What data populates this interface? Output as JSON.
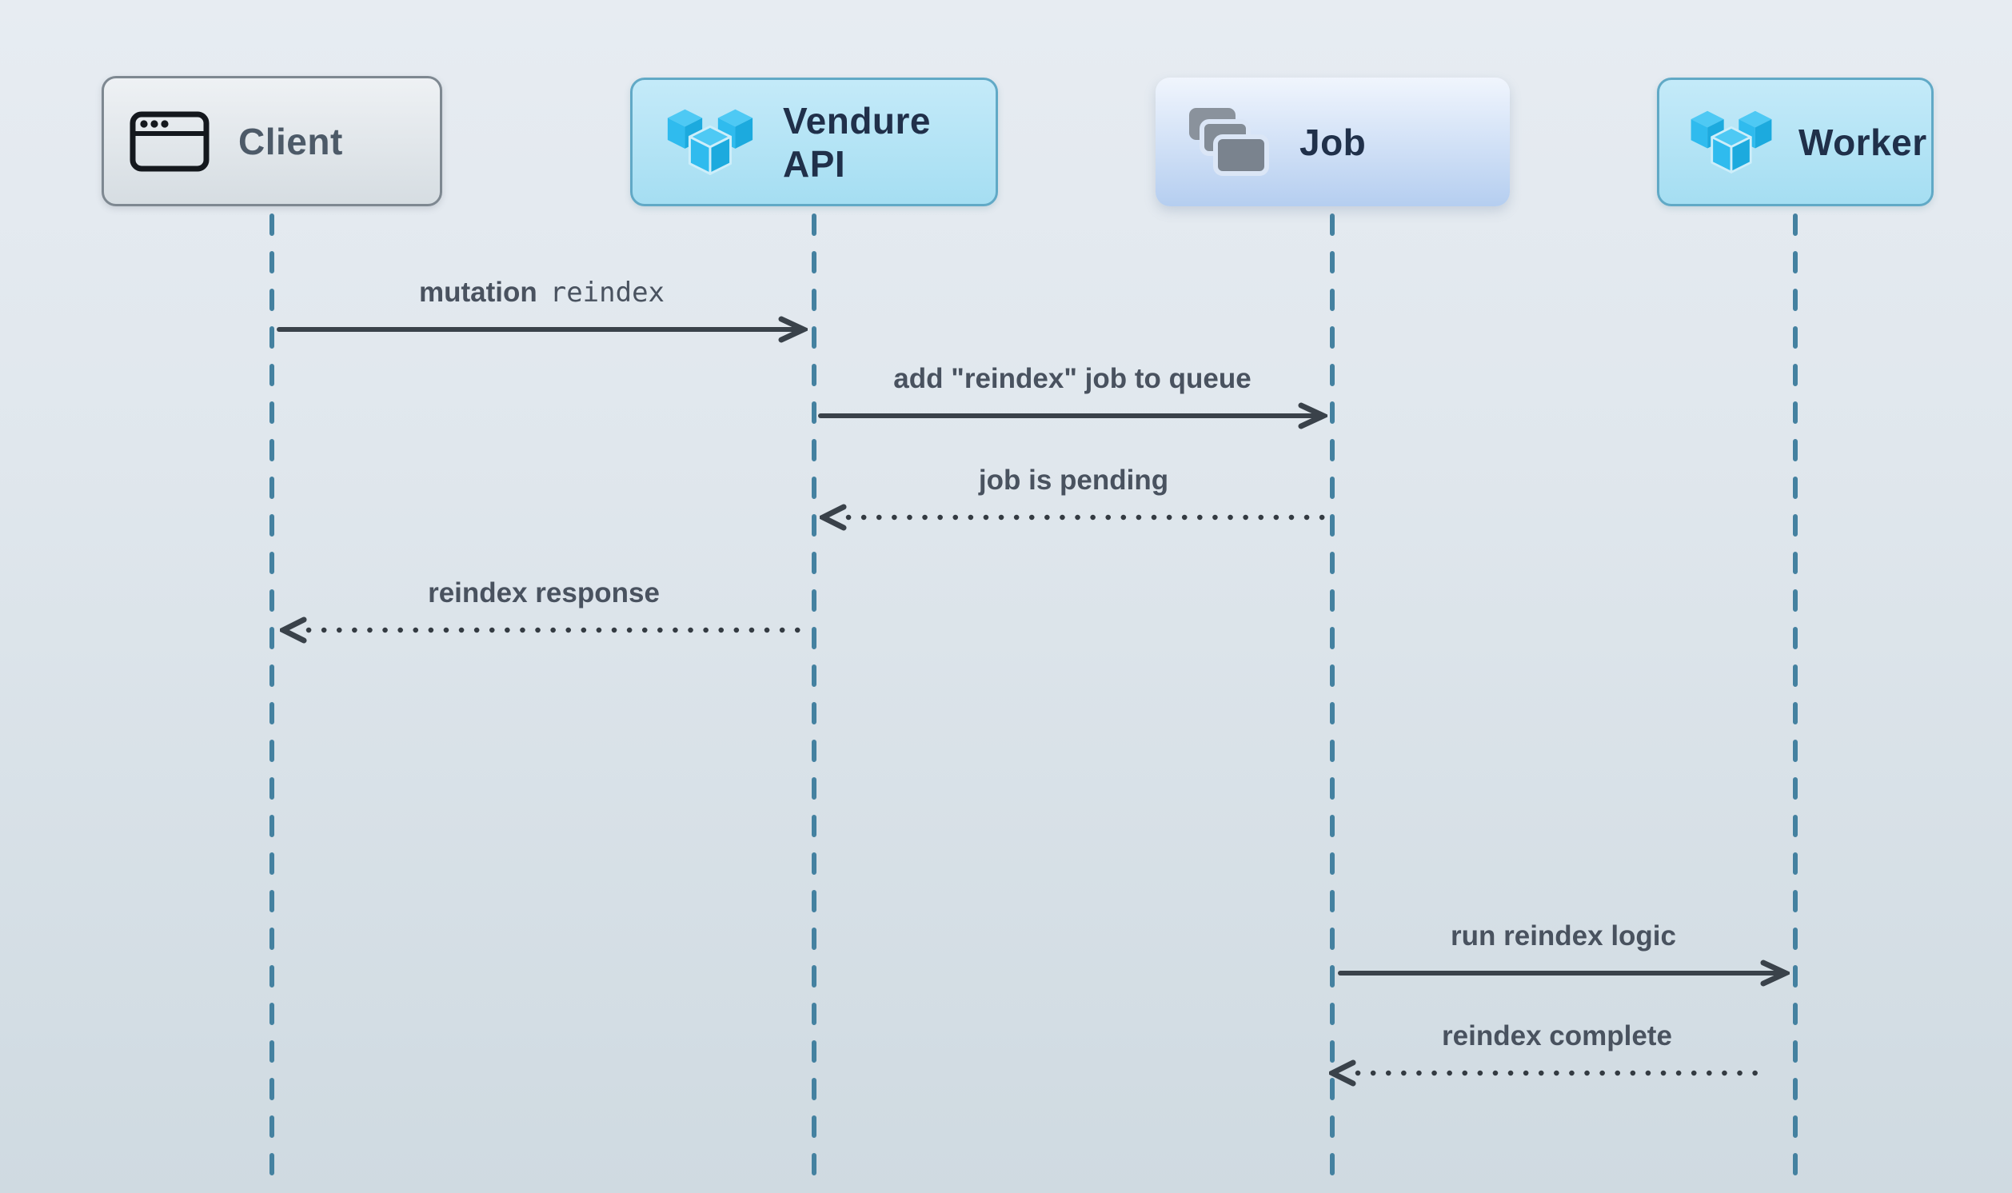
{
  "diagram": {
    "type": "sequence-diagram",
    "actors": [
      {
        "id": "client",
        "label": "Client",
        "icon": "browser-window-icon"
      },
      {
        "id": "vendure-api",
        "label": "Vendure API",
        "icon": "vendure-logo-icon"
      },
      {
        "id": "job",
        "label": "Job",
        "icon": "stacked-cards-icon"
      },
      {
        "id": "worker",
        "label": "Worker",
        "icon": "vendure-logo-icon"
      }
    ],
    "messages": [
      {
        "from": "Client",
        "to": "Vendure API",
        "label": "mutation",
        "code": "reindex",
        "line": "solid",
        "direction": "right"
      },
      {
        "from": "Vendure API",
        "to": "Job",
        "label": "add \"reindex\" job to queue",
        "line": "solid",
        "direction": "right"
      },
      {
        "from": "Job",
        "to": "Vendure API",
        "label": "job is pending",
        "line": "dotted",
        "direction": "left"
      },
      {
        "from": "Vendure API",
        "to": "Client",
        "label": "reindex response",
        "line": "dotted",
        "direction": "left"
      },
      {
        "from": "Job",
        "to": "Worker",
        "label": "run reindex logic",
        "line": "solid",
        "direction": "right"
      },
      {
        "from": "Worker",
        "to": "Job",
        "label": "reindex complete",
        "line": "dotted",
        "direction": "left"
      }
    ],
    "colors": {
      "background_top": "#e7ecf2",
      "background_bottom": "#cfdae1",
      "lifeline": "#4481a0",
      "arrow": "#3a424a",
      "message_text": "#49525f",
      "actor_text_dark_navy": "#20304a",
      "client_text": "#4d5a68",
      "client_box_border": "#7e8891",
      "client_box_fill": "#dde3e7",
      "vendure_box_fill": "#a9dff2",
      "vendure_box_border": "#61a9c6",
      "job_box_fill_top": "#f0f5fd",
      "job_box_fill_bottom": "#b5cef0",
      "vendure_logo_blue_top": "#4ec9f4",
      "vendure_logo_blue_left": "#2fbbee",
      "vendure_logo_blue_right": "#1caade",
      "stacked_cards_gray": "#828b95"
    }
  }
}
